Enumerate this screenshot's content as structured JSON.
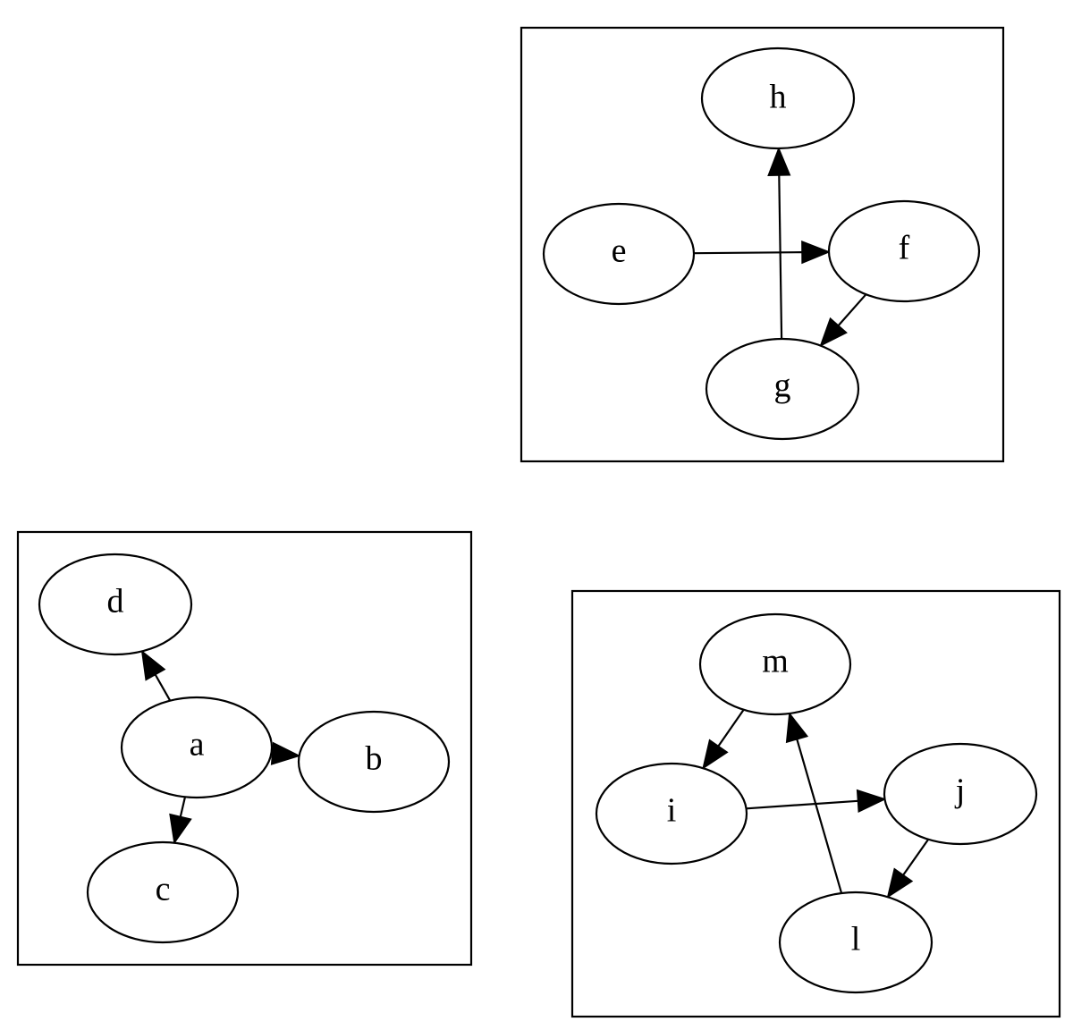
{
  "nodes": [
    {
      "id": "h",
      "label": "h"
    },
    {
      "id": "e",
      "label": "e"
    },
    {
      "id": "f",
      "label": "f"
    },
    {
      "id": "g",
      "label": "g"
    },
    {
      "id": "d",
      "label": "d"
    },
    {
      "id": "a",
      "label": "a"
    },
    {
      "id": "b",
      "label": "b"
    },
    {
      "id": "c",
      "label": "c"
    },
    {
      "id": "m",
      "label": "m"
    },
    {
      "id": "i",
      "label": "i"
    },
    {
      "id": "j",
      "label": "j"
    },
    {
      "id": "l",
      "label": "l"
    }
  ],
  "edges": [
    {
      "from": "e",
      "to": "f"
    },
    {
      "from": "f",
      "to": "g"
    },
    {
      "from": "g",
      "to": "h"
    },
    {
      "from": "a",
      "to": "d"
    },
    {
      "from": "a",
      "to": "b"
    },
    {
      "from": "a",
      "to": "c"
    },
    {
      "from": "m",
      "to": "i"
    },
    {
      "from": "i",
      "to": "j"
    },
    {
      "from": "j",
      "to": "l"
    },
    {
      "from": "l",
      "to": "m"
    }
  ]
}
